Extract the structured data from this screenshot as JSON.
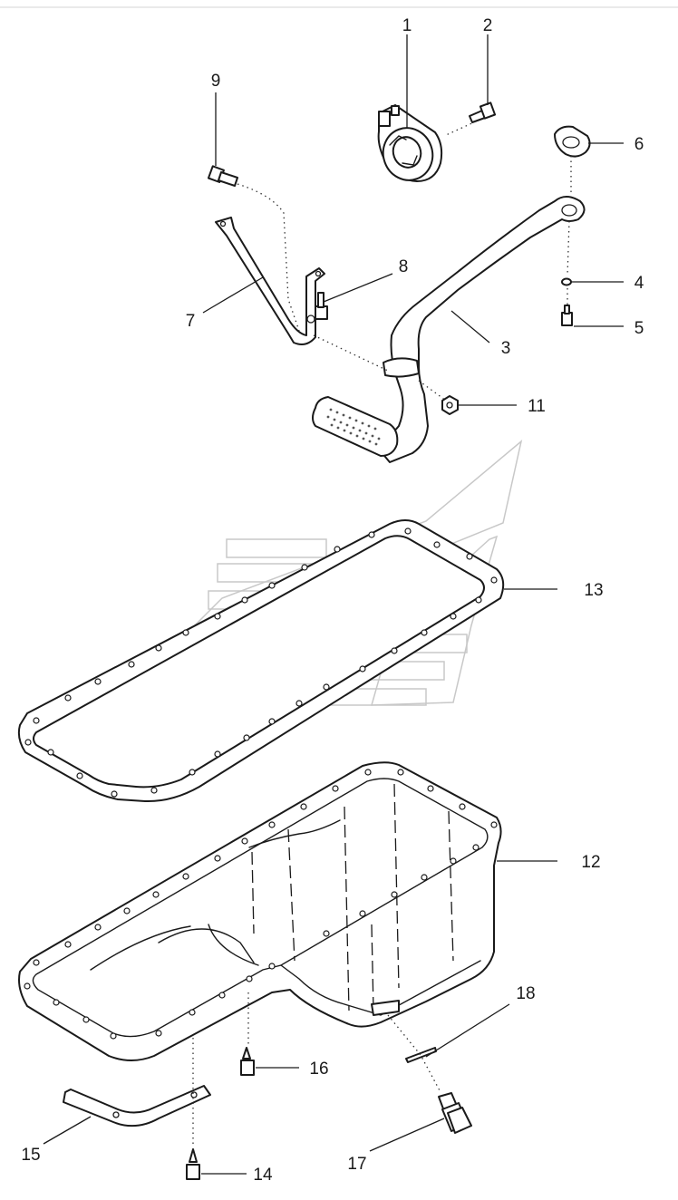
{
  "diagram": {
    "callouts": {
      "c1": "1",
      "c2": "2",
      "c3": "3",
      "c4": "4",
      "c5": "5",
      "c6": "6",
      "c7": "7",
      "c8": "8",
      "c9": "9",
      "c11": "11",
      "c12": "12",
      "c13": "13",
      "c14": "14",
      "c15": "15",
      "c16": "16",
      "c17": "17",
      "c18": "18"
    }
  }
}
